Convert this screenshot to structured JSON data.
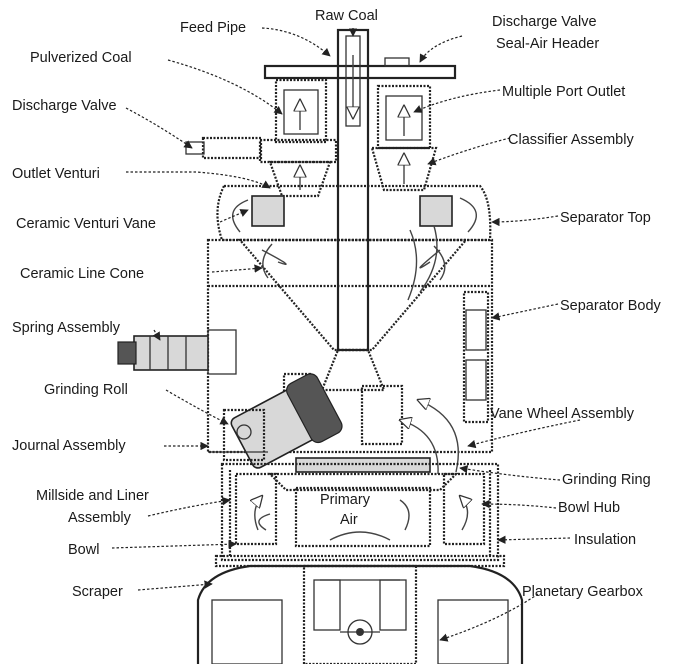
{
  "labels": {
    "raw_coal": "Raw Coal",
    "feed_pipe": "Feed Pipe",
    "discharge_valve_seal_air_1": "Discharge Valve",
    "discharge_valve_seal_air_2": "Seal-Air Header",
    "pulverized_coal": "Pulverized Coal",
    "multiple_port_outlet": "Multiple Port Outlet",
    "discharge_valve": "Discharge Valve",
    "classifier_assembly": "Classifier Assembly",
    "outlet_venturi": "Outlet Venturi",
    "ceramic_venturi_vane": "Ceramic Venturi Vane",
    "separator_top": "Separator Top",
    "ceramic_line_cone": "Ceramic Line Cone",
    "separator_body": "Separator Body",
    "spring_assembly": "Spring Assembly",
    "grinding_roll": "Grinding Roll",
    "vane_wheel_assembly": "Vane Wheel Assembly",
    "journal_assembly": "Journal Assembly",
    "grinding_ring": "Grinding Ring",
    "millside_1": "Millside and Liner",
    "millside_2": "Assembly",
    "bowl_hub": "Bowl Hub",
    "primary_air_1": "Primary",
    "primary_air_2": "Air",
    "insulation": "Insulation",
    "bowl": "Bowl",
    "scraper": "Scraper",
    "planetary_gearbox": "Planetary Gearbox"
  }
}
